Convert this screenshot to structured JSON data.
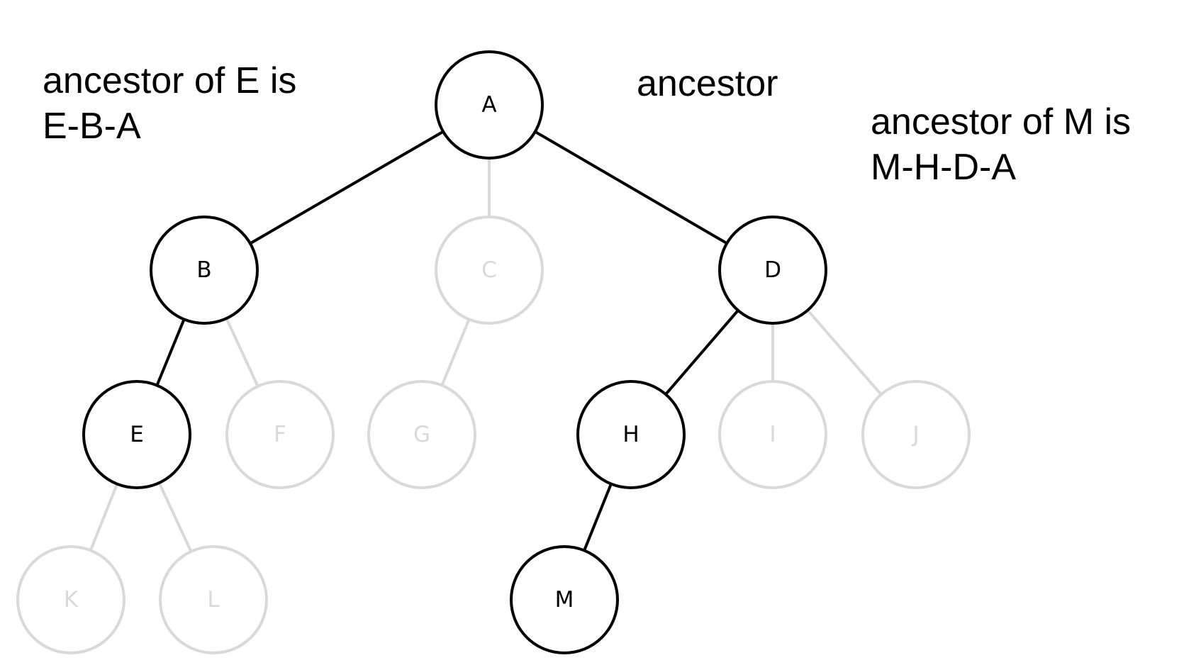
{
  "captions": {
    "left": [
      "ancestor of E is",
      "E-B-A"
    ],
    "middle": "ancestor",
    "right": [
      "ancestor of M is",
      "M-H-D-A"
    ]
  },
  "colors": {
    "highlight": "#000000",
    "dimmed": "#d9d9d9",
    "background": "#ffffff"
  },
  "tree": {
    "nodes": [
      {
        "id": "A",
        "label": "A",
        "highlighted": true
      },
      {
        "id": "B",
        "label": "B",
        "highlighted": true
      },
      {
        "id": "C",
        "label": "C",
        "highlighted": false
      },
      {
        "id": "D",
        "label": "D",
        "highlighted": true
      },
      {
        "id": "E",
        "label": "E",
        "highlighted": true
      },
      {
        "id": "F",
        "label": "F",
        "highlighted": false
      },
      {
        "id": "G",
        "label": "G",
        "highlighted": false
      },
      {
        "id": "H",
        "label": "H",
        "highlighted": true
      },
      {
        "id": "I",
        "label": "I",
        "highlighted": false
      },
      {
        "id": "J",
        "label": "J",
        "highlighted": false
      },
      {
        "id": "K",
        "label": "K",
        "highlighted": false
      },
      {
        "id": "L",
        "label": "L",
        "highlighted": false
      },
      {
        "id": "M",
        "label": "M",
        "highlighted": true
      }
    ],
    "edges": [
      {
        "from": "A",
        "to": "B",
        "highlighted": true
      },
      {
        "from": "A",
        "to": "C",
        "highlighted": false
      },
      {
        "from": "A",
        "to": "D",
        "highlighted": true
      },
      {
        "from": "B",
        "to": "E",
        "highlighted": true
      },
      {
        "from": "B",
        "to": "F",
        "highlighted": false
      },
      {
        "from": "C",
        "to": "G",
        "highlighted": false
      },
      {
        "from": "D",
        "to": "H",
        "highlighted": true
      },
      {
        "from": "D",
        "to": "I",
        "highlighted": false
      },
      {
        "from": "D",
        "to": "J",
        "highlighted": false
      },
      {
        "from": "E",
        "to": "K",
        "highlighted": false
      },
      {
        "from": "E",
        "to": "L",
        "highlighted": false
      },
      {
        "from": "H",
        "to": "M",
        "highlighted": true
      }
    ]
  }
}
